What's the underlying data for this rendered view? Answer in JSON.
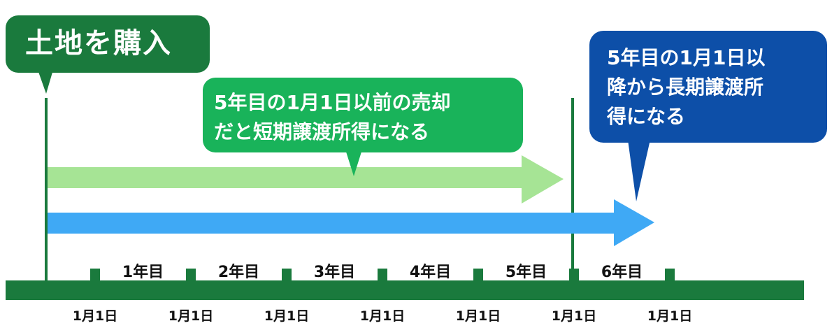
{
  "purchase_label": "土地を購入",
  "short_term_note": [
    "5年目の1月1日以前の売却",
    "だと短期譲渡所得になる"
  ],
  "long_term_note": [
    "5年目の1月1日以",
    "降から長期譲渡所",
    "得になる"
  ],
  "year_labels": [
    "1年目",
    "2年目",
    "3年目",
    "4年目",
    "5年目",
    "6年目"
  ],
  "date_labels": [
    "1月1日",
    "1月1日",
    "1月1日",
    "1月1日",
    "1月1日",
    "1月1日",
    "1月1日"
  ],
  "colors": {
    "dark_green": "#1a7a3d",
    "bright_green": "#19b35a",
    "light_green": "#a6e495",
    "blue_arrow": "#3fa9f5",
    "navy": "#0d4fa8"
  }
}
